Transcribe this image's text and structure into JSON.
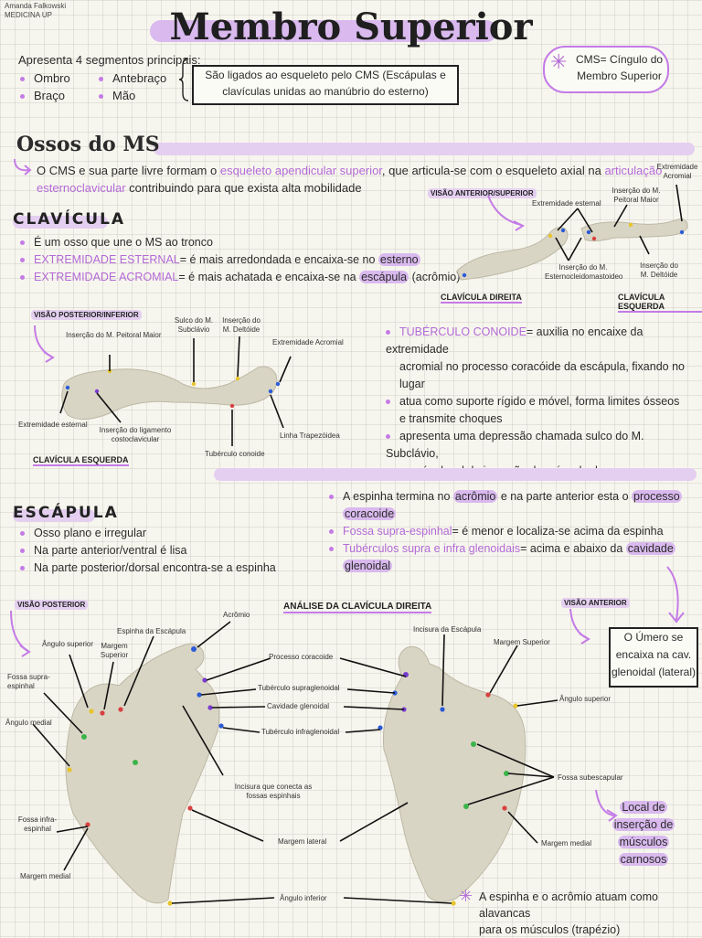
{
  "author": {
    "name": "Amanda Falkowski",
    "org": "MEDICINA UP"
  },
  "title": "Membro Superior",
  "intro": {
    "heading": "Apresenta 4 segmentos principais:",
    "segments": [
      "Ombro",
      "Braço",
      "Antebraço",
      "Mão"
    ],
    "box_text_1": "São ligados ao esqueleto pelo CMS (Escápulas e",
    "box_text_2": "clavículas unidas ao manúbrio do esterno)",
    "cms_note_1": "CMS= Cíngulo do",
    "cms_note_2": "Membro Superior"
  },
  "ossos": {
    "heading": "Ossos do MS",
    "p_a": "O CMS e sua parte livre formam o ",
    "p_b": "esqueleto apendicular superior",
    "p_c": ", que articula-se com o esqueleto axial na ",
    "p_d": "articulação",
    "p_e": "esternoclavicular",
    "p_f": " contribuindo para que exista alta mobilidade"
  },
  "clavicula": {
    "heading": "CLAVÍCULA",
    "b1": "É um osso que une o MS ao tronco",
    "b2a": "EXTREMIDADE ESTERNAL",
    "b2b": "= é mais arredondada e encaixa-se no ",
    "b2c": "esterno",
    "b3a": "EXTREMIDADE ACROMIAL",
    "b3b": "= é mais achatada e encaixa-se na ",
    "b3c": "escápula",
    "b3d": " (acrômio)",
    "view_top": "VISÃO ANTERIOR/SUPERIOR",
    "top_labels": {
      "ext_acromial": "Extremidade Acromial",
      "ext_esternal": "Extremidade esternal",
      "ins_peitoral": "Inserção do M. Peitoral Maior",
      "ins_ecm": "Inserção do M. Esternocleidomastoideo",
      "ins_deltoide": "Inserção do M. Deltóide"
    },
    "cap_direita": "CLAVÍCULA DIREITA",
    "cap_esquerda": "CLAVÍCULA ESQUERDA",
    "view_post": "VISÃO POSTERIOR/INFERIOR",
    "post_labels": {
      "ins_peitoral": "Inserção do M. Peitoral Maior",
      "sulco": "Sulco do M. Subclávio",
      "ins_deltoide": "Inserção do M. Deltóide",
      "ext_acromial": "Extremidade Acromial",
      "ext_esternal": "Extremidade esternal",
      "ins_ligamento": "Inserção do ligamento costoclavicular",
      "tuberculo": "Tubérculo conoide",
      "linha": "Linha Trapezóidea"
    },
    "cap_esquerda_2": "CLAVÍCULA ESQUERDA",
    "r1a": "TUBÉRCULO CONOIDE",
    "r1b": "= auxilia no encaixe da extremidade",
    "r1c": "acromial no processo coracóide da escápula, fixando no",
    "r1d": "lugar",
    "r2a": "atua como suporte rígido e móvel, forma limites ósseos",
    "r2b": "e transmite choques",
    "r3a": "apresenta uma depressão chamada sulco do M. Subclávio,",
    "r3b": "que é o local de inserção do músculo de mesmo nome"
  },
  "escapula": {
    "heading": "ESCÁPULA",
    "b1": "Osso plano e irregular",
    "b2": "Na parte anterior/ventral é lisa",
    "b3": "Na parte posterior/dorsal encontra-se a espinha",
    "r1a": "A espinha termina no ",
    "r1b": "acrômio",
    "r1c": " e na parte anterior esta o ",
    "r1d": "processo",
    "r1e": "coracoide",
    "r2a": "Fossa supra-espinhal",
    "r2b": "= é menor e localiza-se acima da espinha",
    "r3a": "Tubérculos supra e infra glenoidais",
    "r3b": "= acima e abaixo da ",
    "r3c": "cavidade",
    "r3d": "glenoidal",
    "view_post": "VISÃO POSTERIOR",
    "view_ant": "VISÃO ANTERIOR",
    "analise": "ANÁLISE DA CLAVÍCULA DIREITA",
    "umero_1": "O Úmero se",
    "umero_2": "encaixa na cav.",
    "umero_3": "glenoidal (lateral)",
    "post_labels": {
      "angulo_sup": "Ângulo superior",
      "espinha": "Espinha da Escápula",
      "margem_sup": "Margem Superior",
      "acromio": "Acrômio",
      "fossa_supra": "Fossa supra-espinhal",
      "angulo_medial": "Ângulo medial",
      "fossa_infra": "Fossa infra-espinhal",
      "margem_medial": "Margem medial"
    },
    "mid_labels": {
      "processo": "Processo coracoide",
      "tub_supra": "Tubérculo supraglenoidal",
      "cavidade": "Cavidade glenoidal",
      "tub_infra": "Tubérculo infraglenoidal",
      "incisura_fossas": "Incisura que conecta as fossas espinhais",
      "margem_lateral": "Margem lateral",
      "angulo_inferior": "Ângulo inferior"
    },
    "ant_labels": {
      "incisura": "Incisura da Escápula",
      "margem_sup": "Margem Superior",
      "angulo_sup": "Ângulo superior",
      "fossa_sub": "Fossa subescapular",
      "margem_medial": "Margem medial"
    },
    "local_1": "Local de",
    "local_2": "inserção de",
    "local_3": "músculos",
    "local_4": "carnosos",
    "foot_1": "A espinha e o acrômio atuam como alavancas",
    "foot_2": "para os músculos (trapézio)"
  },
  "colors": {
    "accent": "#c47be6",
    "highlight": "#d9b9ee"
  }
}
